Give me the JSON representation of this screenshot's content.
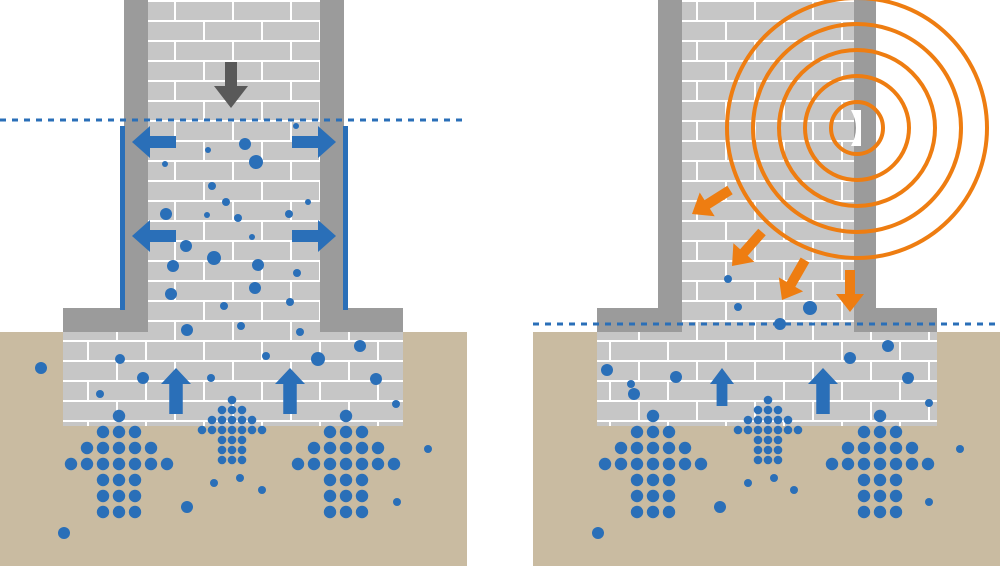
{
  "colors": {
    "soil": "#c9bba1",
    "brick": "#c6c6c6",
    "mortar": "#ffffff",
    "membrane": "#9b9b9b",
    "moisture": "#2a6fb8",
    "water_line": "#2a6fb8",
    "pressure_arrow": "#595959",
    "signal": "#ee7d11"
  },
  "panels": [
    {
      "name": "left-panel",
      "treatment": "external-membrane",
      "water_line": "above-ground",
      "pressure_arrow": "down",
      "icon": "gravity-arrow-icon"
    },
    {
      "name": "right-panel",
      "treatment": "electro-osmosis",
      "water_line": "at-ground",
      "signal_rings": 5,
      "icon": "signal-emitter-icon"
    }
  ]
}
